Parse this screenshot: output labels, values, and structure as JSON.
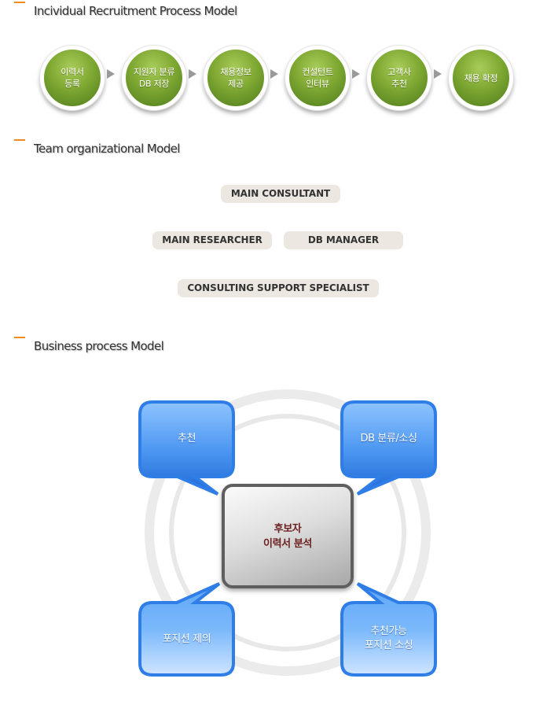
{
  "sections": {
    "recruitment": {
      "title": "Incividual Recruitment Process Model",
      "steps": [
        "이력서\n등록",
        "지원자 분류\nDB 저장",
        "채용정보\n제공",
        "컨설턴트\n인터뷰",
        "고객사\n추천",
        "채용 확정"
      ]
    },
    "team": {
      "title": "Team organizational Model",
      "roles": {
        "main_consultant": "MAIN CONSULTANT",
        "main_researcher": "MAIN RESEARCHER",
        "db_manager": "DB MANAGER",
        "support": "CONSULTING SUPPORT SPECIALIST"
      }
    },
    "business": {
      "title": "Business process Model",
      "center": "후보자\n이력서 분석",
      "top_left": "추천",
      "top_right": "DB 분류/소싱",
      "bottom_left": "포지션 제의",
      "bottom_right": "추천가능\n포지션 소싱"
    }
  },
  "colors": {
    "accent_dash": "#f28a1c",
    "step_green": "#7ea832",
    "pill_bg": "#ece8e1",
    "bubble_blue": "#3a86e8",
    "center_text": "#6b1f1f"
  }
}
